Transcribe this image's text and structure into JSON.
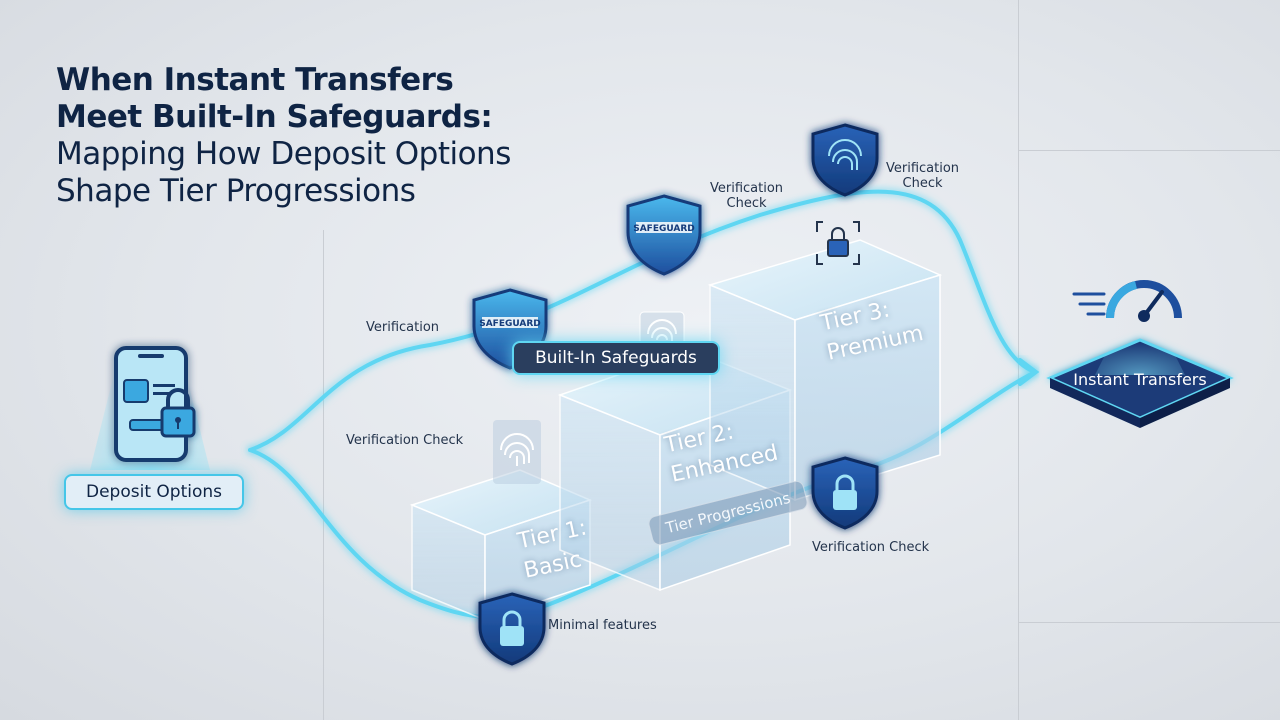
{
  "title": {
    "line1": "When Instant Transfers",
    "line2": "Meet Built-In Safeguards:",
    "line3": "Mapping How Deposit Options",
    "line4": "Shape Tier Progressions"
  },
  "nodes": {
    "deposit_options": "Deposit Options",
    "built_in_safeguards": "Built-In Safeguards",
    "tier_progressions": "Tier Progressions",
    "instant_transfers": "Instant Transfers"
  },
  "tiers": [
    {
      "name": "Tier 1:",
      "level": "Basic"
    },
    {
      "name": "Tier 2:",
      "level": "Enhanced"
    },
    {
      "name": "Tier 3:",
      "level": "Premium"
    }
  ],
  "labels": {
    "verification": "Verification",
    "verification_check_left": "Verification Check",
    "verification_check_top_a": "Verification",
    "verification_check_top_b": "Check",
    "verification_check_right_a": "Verification",
    "verification_check_right_b": "Check",
    "verification_check_bottom": "Verification Check",
    "minimal_features": "Minimal features"
  },
  "shield_text": "SAFEGUARD",
  "colors": {
    "glow": "#5fd6f2",
    "navy": "#0f2444",
    "shield_blue": "#1f4f9c",
    "shield_light": "#3aa8e0",
    "accent": "#45c6e8"
  },
  "icons": [
    "phone-lock-icon",
    "shield-icon",
    "fingerprint-icon",
    "lock-icon",
    "speedometer-icon"
  ]
}
